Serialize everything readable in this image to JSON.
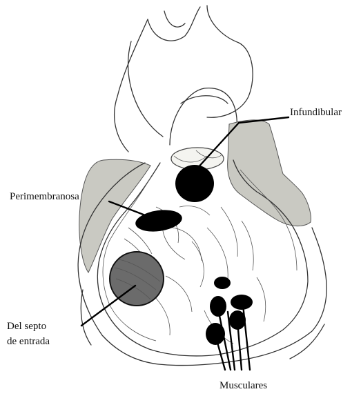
{
  "labels": {
    "infundibular": "Infundibular",
    "perimembranosa": "Perimembranosa",
    "septo_line1": "Del septo",
    "septo_line2": "de entrada",
    "musculares": "Musculares"
  }
}
